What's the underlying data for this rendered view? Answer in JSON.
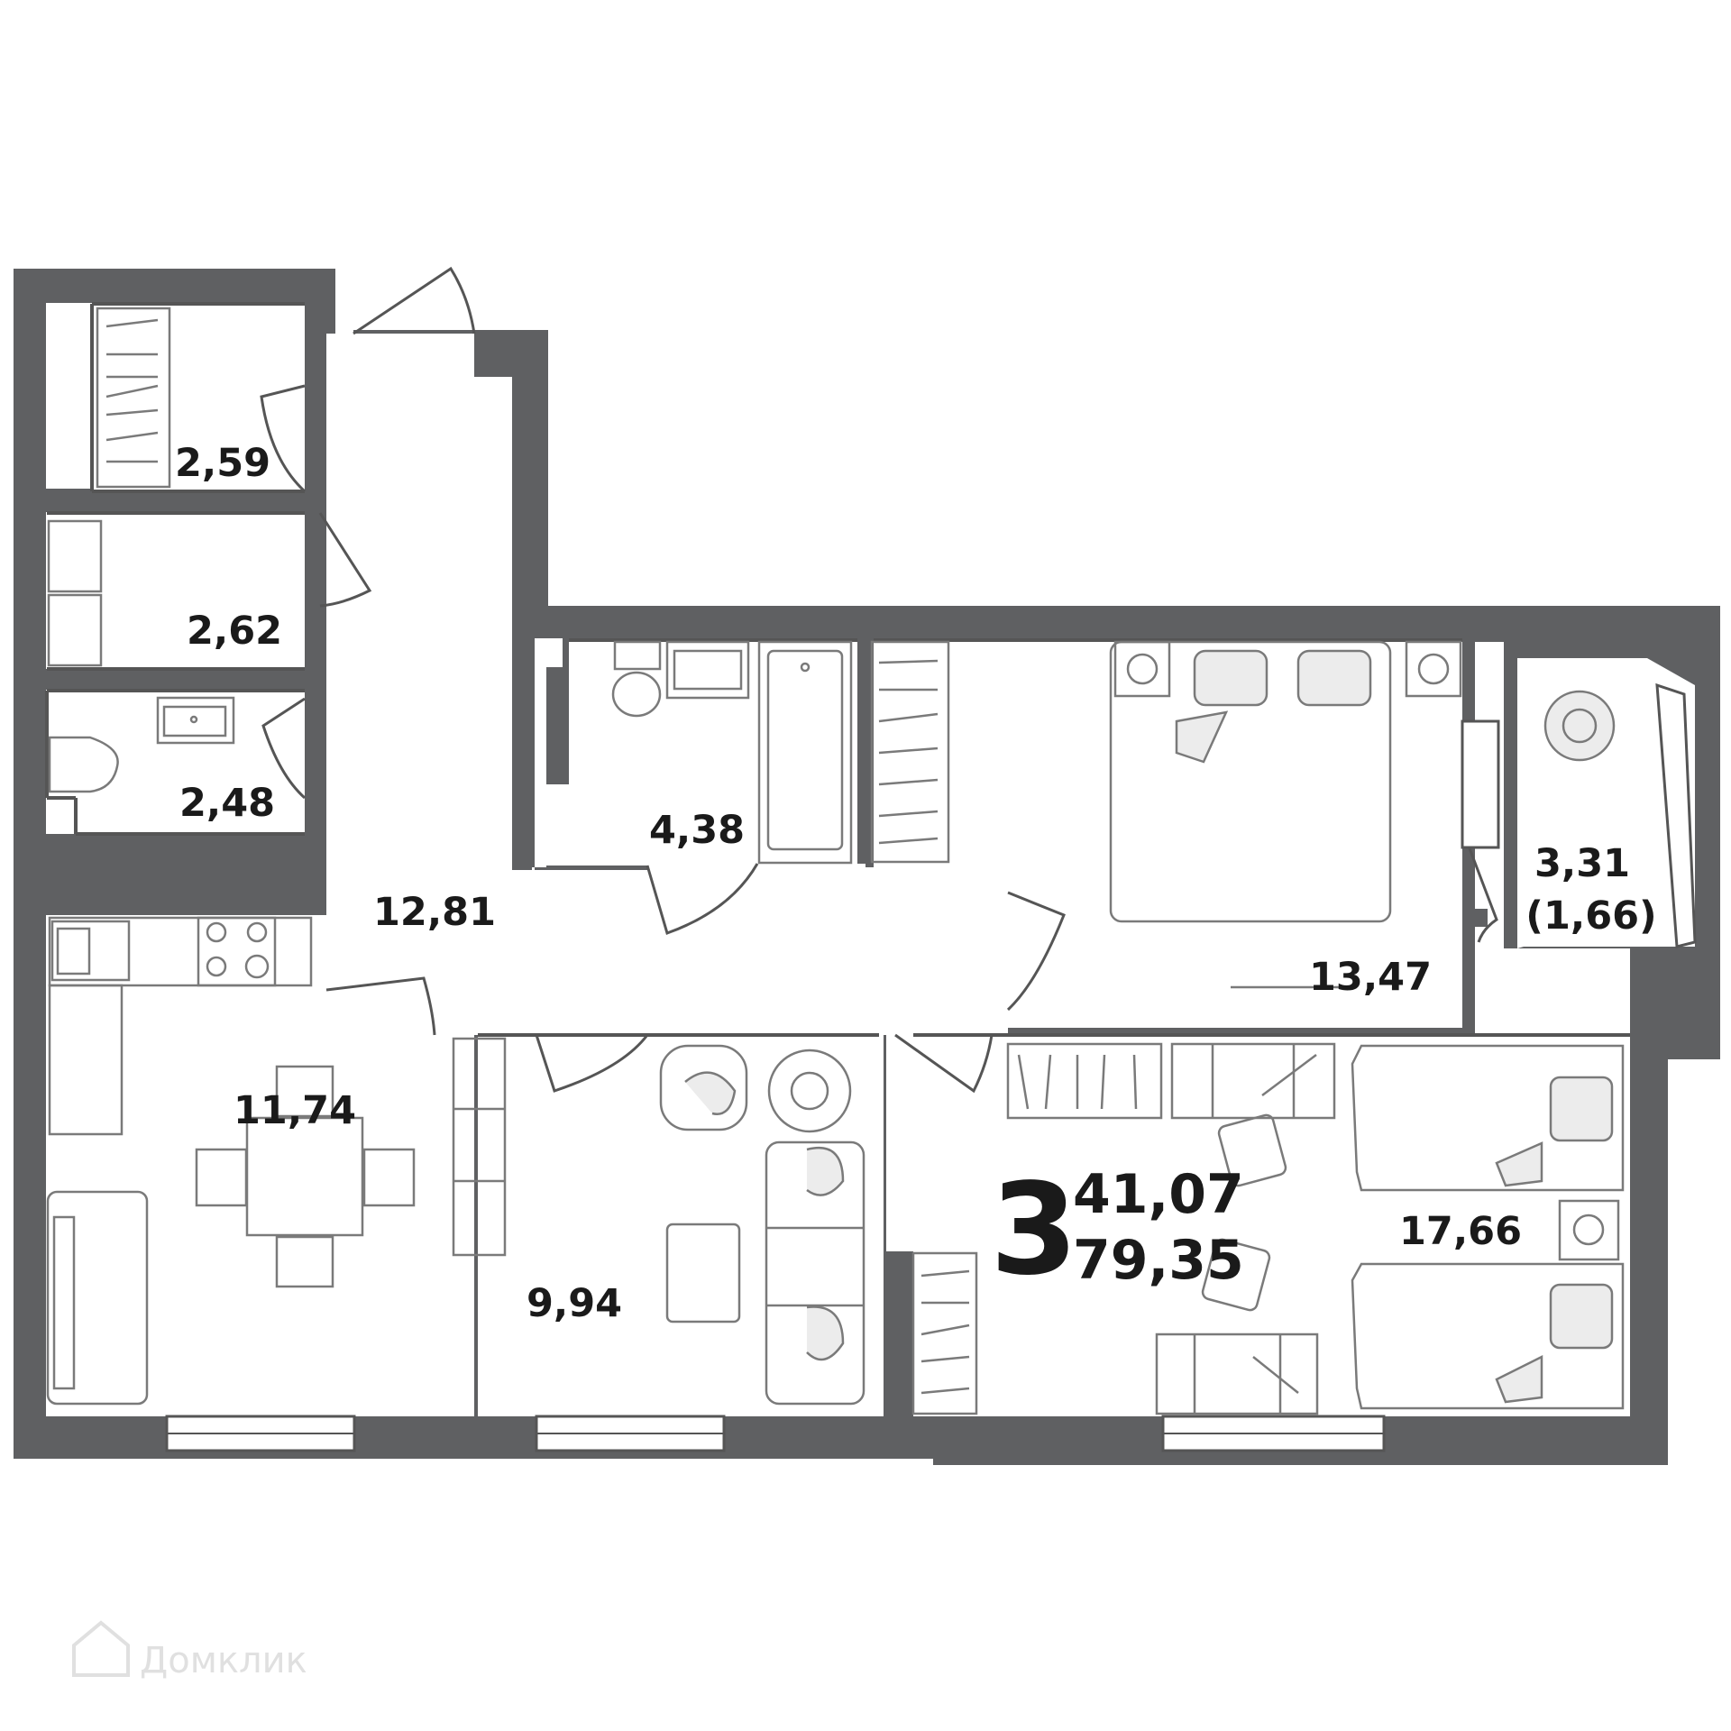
{
  "colors": {
    "wall": "#5f6062",
    "background": "#ffffff",
    "line": "#7a7a7a"
  },
  "rooms": [
    {
      "id": "pantry",
      "area": "2,59"
    },
    {
      "id": "wardrobe",
      "area": "2,62"
    },
    {
      "id": "wc",
      "area": "2,48"
    },
    {
      "id": "hall",
      "area": "12,81"
    },
    {
      "id": "kitchen",
      "area": "11,74"
    },
    {
      "id": "bathroom",
      "area": "4,38"
    },
    {
      "id": "bedroom",
      "area": "13,47"
    },
    {
      "id": "balcony",
      "area": "3,31",
      "area_reduced": "(1,66)"
    },
    {
      "id": "living",
      "area": "9,94"
    },
    {
      "id": "kids-room",
      "area": "17,66"
    }
  ],
  "summary": {
    "rooms_count": "3",
    "living_area": "41,07",
    "total_area": "79,35"
  },
  "watermark": {
    "text": "Домклик",
    "icon": "house-icon"
  }
}
